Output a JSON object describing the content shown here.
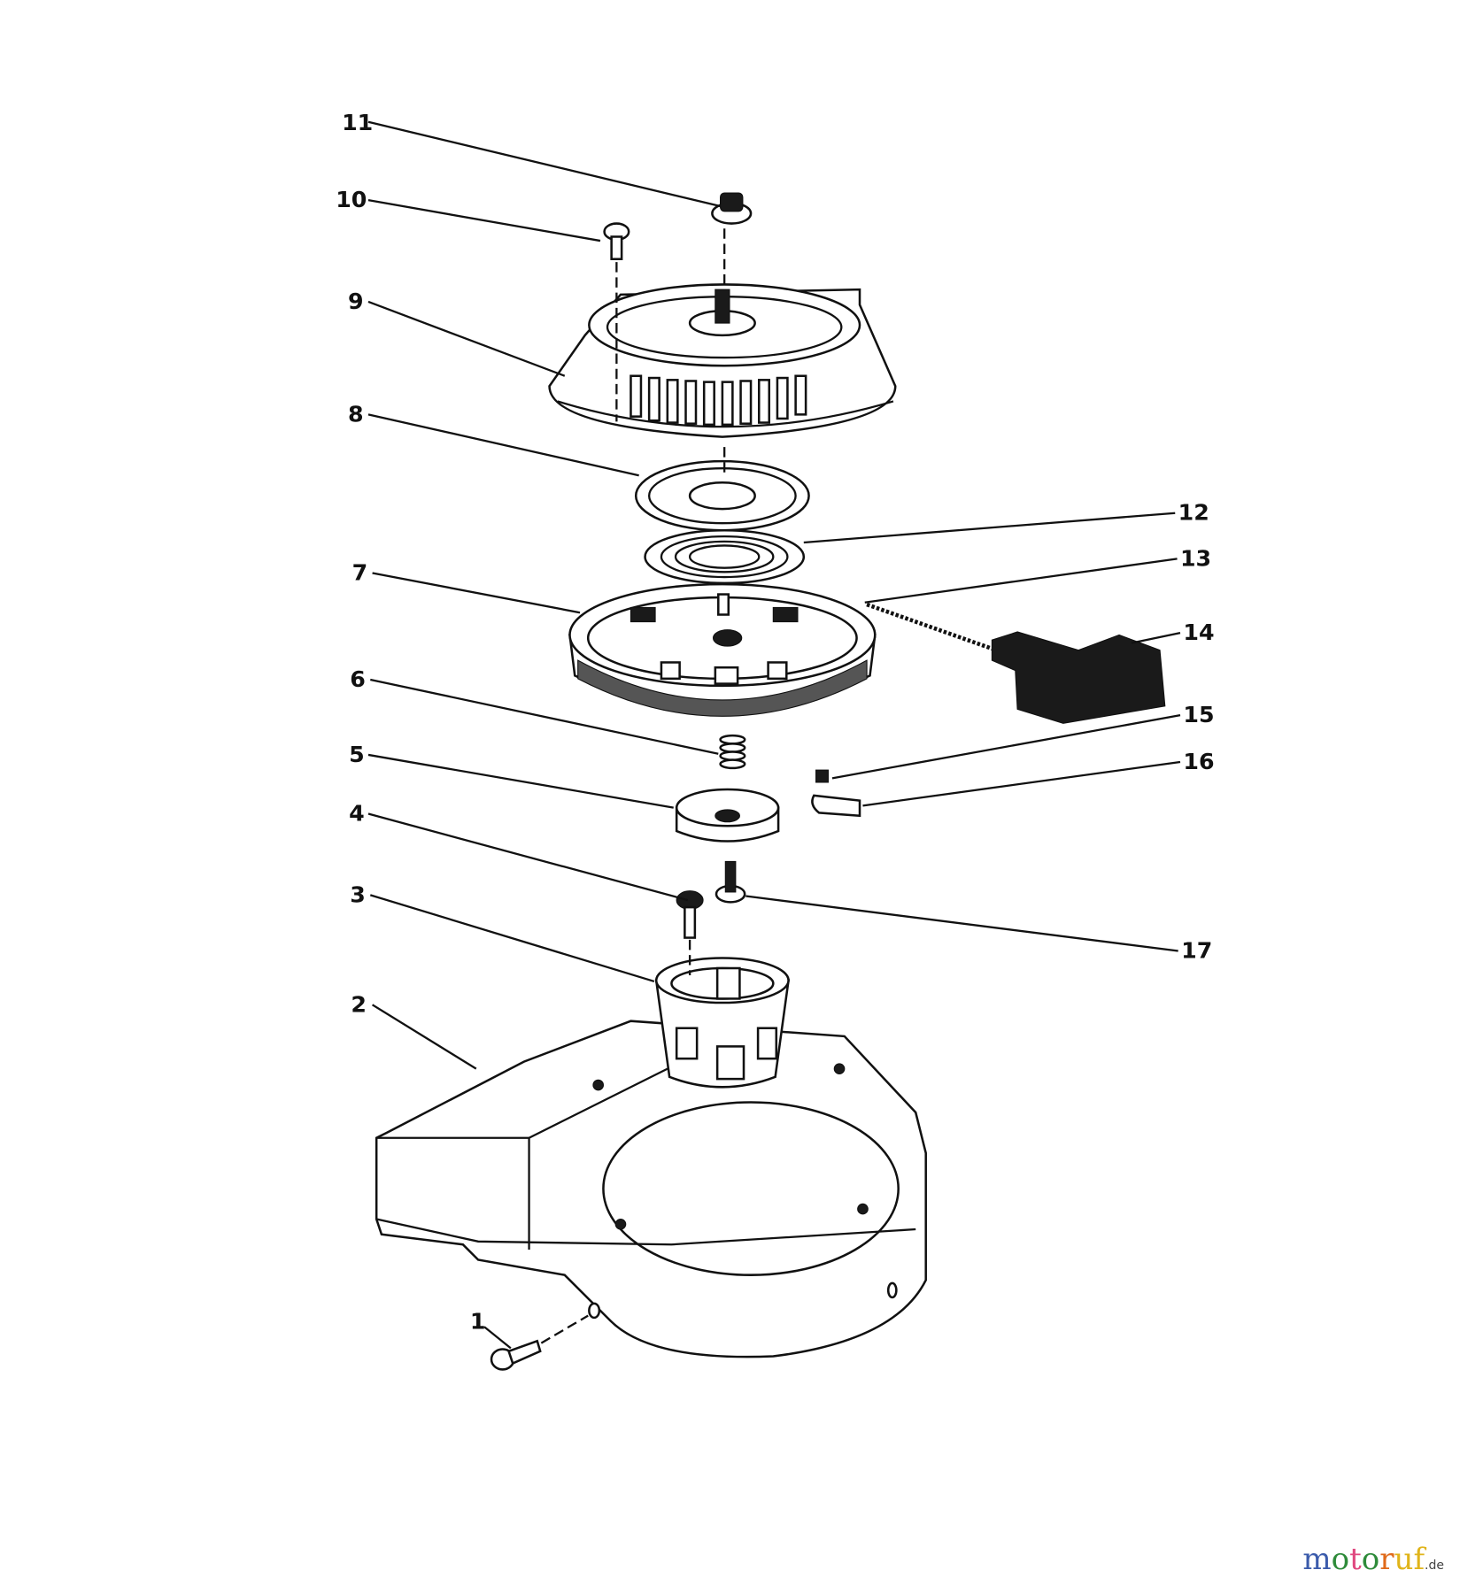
{
  "diagram": {
    "callouts": [
      {
        "id": "1",
        "label": "1"
      },
      {
        "id": "2",
        "label": "2"
      },
      {
        "id": "3",
        "label": "3"
      },
      {
        "id": "4",
        "label": "4"
      },
      {
        "id": "5",
        "label": "5"
      },
      {
        "id": "6",
        "label": "6"
      },
      {
        "id": "7",
        "label": "7"
      },
      {
        "id": "8",
        "label": "8"
      },
      {
        "id": "9",
        "label": "9"
      },
      {
        "id": "10",
        "label": "10"
      },
      {
        "id": "11",
        "label": "11"
      },
      {
        "id": "12",
        "label": "12"
      },
      {
        "id": "13",
        "label": "13"
      },
      {
        "id": "14",
        "label": "14"
      },
      {
        "id": "15",
        "label": "15"
      },
      {
        "id": "16",
        "label": "16"
      },
      {
        "id": "17",
        "label": "17"
      }
    ]
  },
  "watermark": {
    "text": "motoruf",
    "suffix": ".de",
    "colors": [
      "#3b5bab",
      "#2e8b3a",
      "#e0487f",
      "#2e8b3a",
      "#e06a1a",
      "#e0b41a",
      "#e0b41a"
    ]
  }
}
